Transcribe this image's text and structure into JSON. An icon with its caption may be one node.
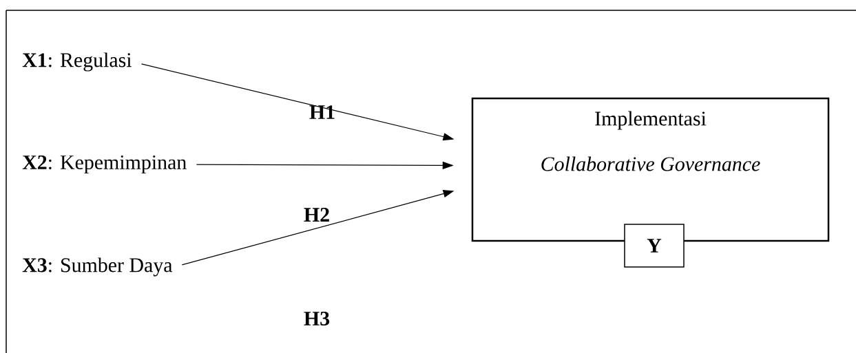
{
  "diagram": {
    "nodes": [
      {
        "text": [
          "**X1**: Regulasi"
        ]
      },
      {
        "text": [
          "**X2**: Kepemimpinan"
        ]
      },
      {
        "text": [
          "**X3**: Sumber Daya"
        ]
      },
      {
        "text": [
          "Implementasi",
          "Collaborative Governance"
        ]
      },
      {
        "text": [
          "Y"
        ]
      }
    ],
    "edges": [
      {
        "from": 0,
        "to": 3,
        "arrow": "to"
      },
      {
        "from": 1,
        "to": 3,
        "arrow": "to"
      },
      {
        "from": 2,
        "to": 3,
        "arrow": "to"
      }
    ],
    "labels": [
      "H1",
      "H2",
      "H3"
    ]
  }
}
